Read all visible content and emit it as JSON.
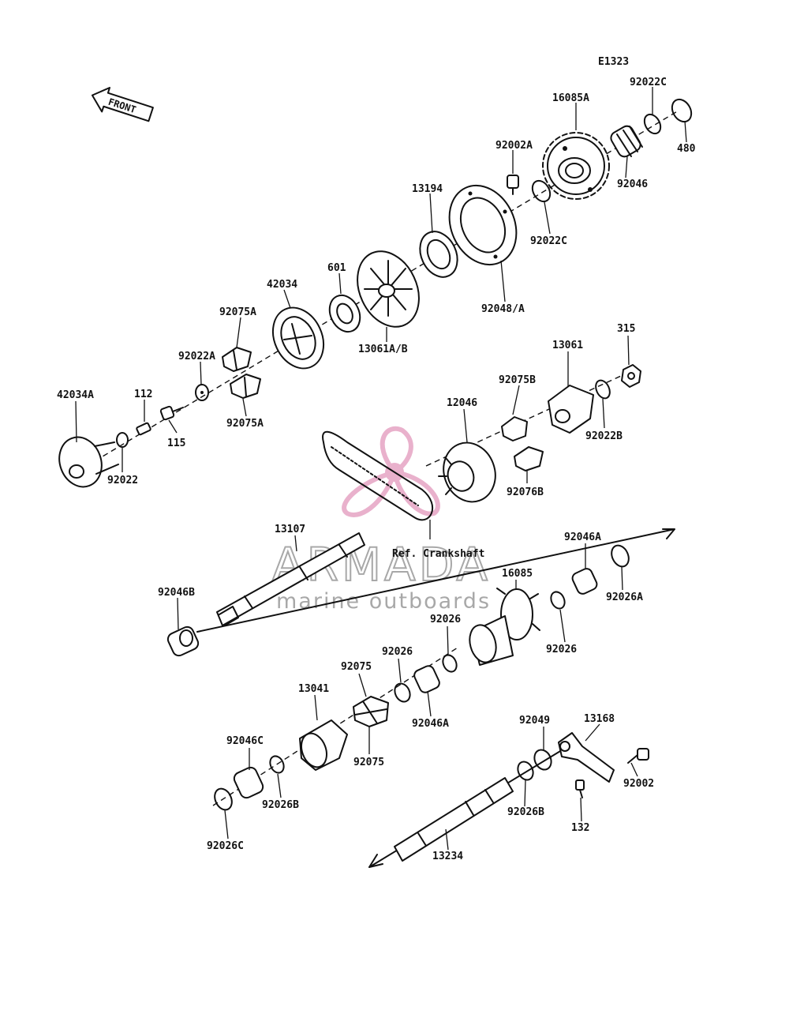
{
  "diagram": {
    "code": "E1323",
    "front_label": "FRONT",
    "ref_text": "Ref. Crankshaft",
    "watermark": {
      "brand": "ARMADA",
      "tagline": "marine outboards",
      "color": "#e6a4c4"
    },
    "parts": {
      "p92022C_top": "92022C",
      "p16085A": "16085A",
      "p480": "480",
      "p92046": "92046",
      "p92002A": "92002A",
      "p13194": "13194",
      "p92022C_mid": "92022C",
      "p92048A": "92048/A",
      "p601": "601",
      "p42034": "42034",
      "p13061AB": "13061A/B",
      "p92075A_top": "92075A",
      "p92022A": "92022A",
      "p92075A_bot": "92075A",
      "p42034A": "42034A",
      "p112": "112",
      "p115": "115",
      "p92022": "92022",
      "p315": "315",
      "p13061": "13061",
      "p92075B": "92075B",
      "p12046": "12046",
      "p92022B": "92022B",
      "p92076B": "92076B",
      "p13107": "13107",
      "p92046A_top": "92046A",
      "p92026A": "92026A",
      "p16085": "16085",
      "p92046B": "92046B",
      "p92026_a": "92026",
      "p92026_b": "92026",
      "p92075_top": "92075",
      "p92026_c": "92026",
      "p13041": "13041",
      "p92046A_mid": "92046A",
      "p92075_bot": "92075",
      "p92046C": "92046C",
      "p92026B_left": "92026B",
      "p92026C": "92026C",
      "p92049": "92049",
      "p13168": "13168",
      "p92002": "92002",
      "p92026B_right": "92026B",
      "p132": "132",
      "p13234": "13234"
    }
  }
}
